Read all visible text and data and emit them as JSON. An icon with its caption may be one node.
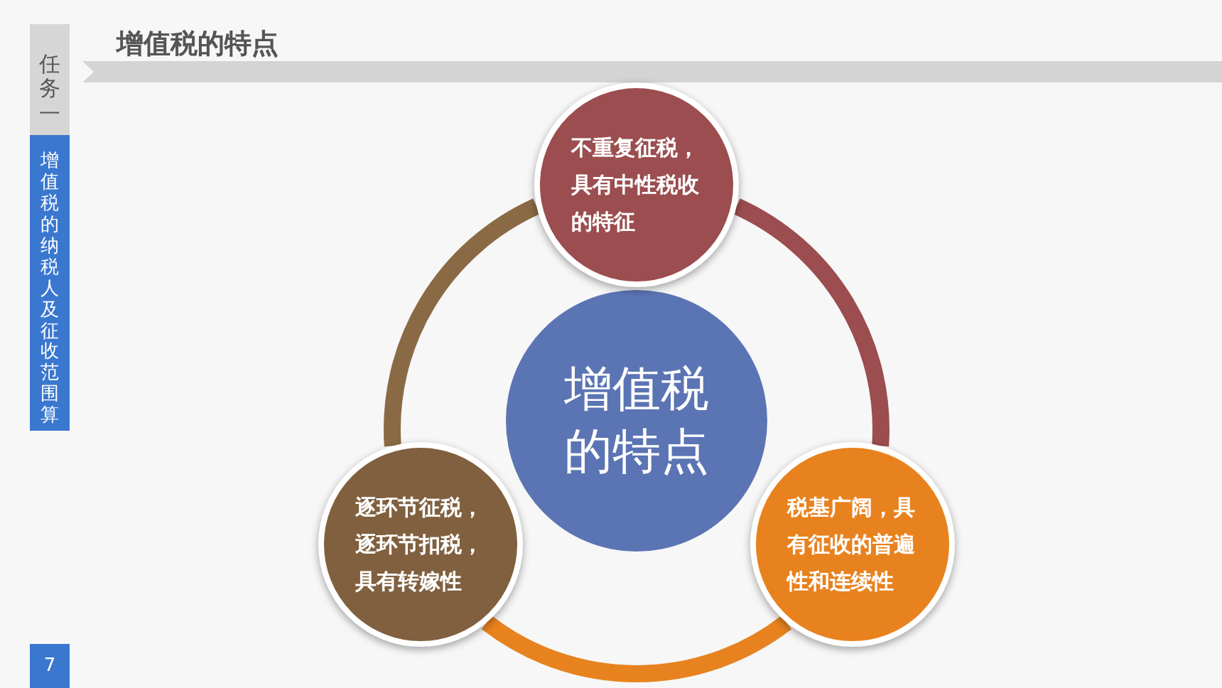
{
  "diagram": {
    "title": "增值税的特点",
    "nodes": [
      {
        "text": [
          "不重复征税，具有中性税收的特征"
        ]
      },
      {
        "text": [
          "增值税的特点"
        ]
      },
      {
        "text": [
          "逐环节征税，逐环节扣税，具有转嫁性"
        ]
      },
      {
        "text": [
          "税基广阔，具有征收的普遍性和连续性"
        ]
      }
    ],
    "edges": [
      {
        "from": 2,
        "to": 0,
        "arrow": "none",
        "color": "#8a6a45"
      },
      {
        "from": 0,
        "to": 3,
        "arrow": "none",
        "color": "#9b4d4f"
      },
      {
        "from": 3,
        "to": 2,
        "arrow": "none",
        "color": "#e8821e"
      }
    ],
    "labels": [
      "任务一",
      "增值税的纳税人及征收范围算",
      "7"
    ]
  }
}
